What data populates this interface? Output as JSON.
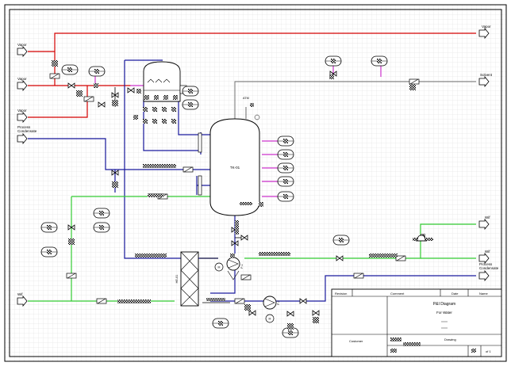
{
  "colors": {
    "grid": "#d9d9d9",
    "frame": "#000000",
    "red": "#d40000",
    "blue": "#1a1a9e",
    "green": "#33cc33",
    "gray": "#707070",
    "magenta": "#cc33cc"
  },
  "streams": {
    "vapor_top_right": "Vapor",
    "vapor_in_1": "Vapor",
    "vapor_in_2": "Vapor",
    "vapor_in_3": "Vapor",
    "process_condensate": "Process\nCondensate",
    "solvent": "Solvent",
    "wif_right_1": "Wif",
    "wif_right_2": "Wif",
    "process_condensate_right": "Process\nCondensate",
    "wif_left": "Wif"
  },
  "equipment": {
    "vessel": "TK-01",
    "heat_exchanger": "HE-01",
    "pump_1": "P-1",
    "pump_2": "P-2",
    "vent_filter": "ATM"
  },
  "title_block": {
    "revision": "Revision",
    "comment": "Comment",
    "date": "Date",
    "name": "Name",
    "title": "P&I Diagram",
    "subtitle": "For Water",
    "customer": "Costomer",
    "drawing": "Drawing",
    "sheet": "of 1"
  }
}
